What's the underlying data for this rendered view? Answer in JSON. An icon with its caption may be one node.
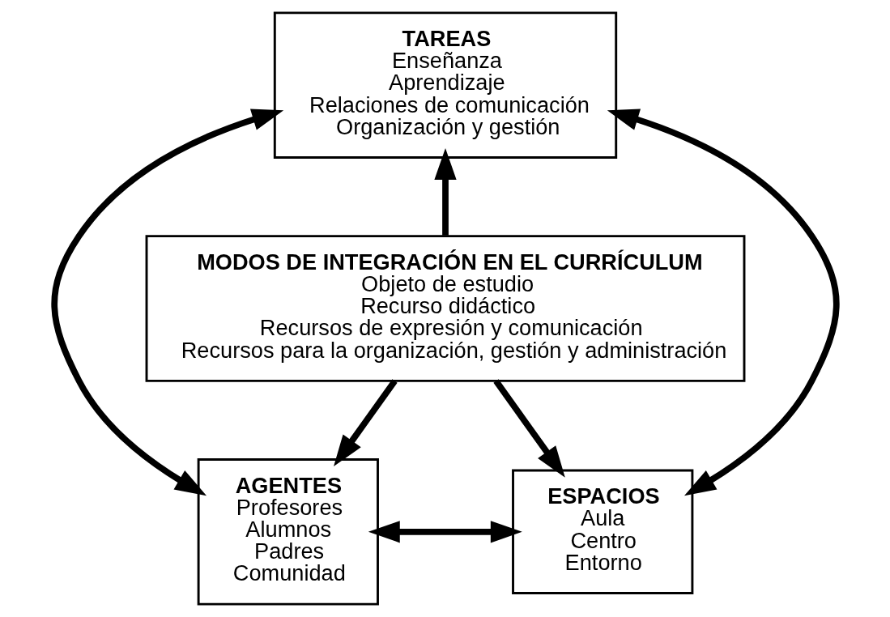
{
  "diagram": {
    "nodes": [
      {
        "text": [
          "TAREAS",
          "Enseñanza",
          "Aprendizaje",
          "Relaciones de comunicación",
          "Organización y gestión"
        ]
      },
      {
        "text": [
          "MODOS DE INTEGRACIÓN EN EL CURRÍCULUM",
          "Objeto de estudio",
          "Recurso didáctico",
          "Recursos de expresión y comunicación",
          "Recursos para la organización, gestión y administración"
        ]
      },
      {
        "text": [
          "AGENTES",
          "Profesores",
          "Alumnos",
          "Padres",
          "Comunidad"
        ]
      },
      {
        "text": [
          "ESPACIOS",
          "Aula",
          "Centro",
          "Entorno"
        ]
      }
    ],
    "edges": [
      {
        "from": 1,
        "to": 0,
        "arrow": "to"
      },
      {
        "from": 1,
        "to": 2,
        "arrow": "to"
      },
      {
        "from": 1,
        "to": 3,
        "arrow": "to"
      },
      {
        "from": 2,
        "to": 0,
        "arrow": "both"
      },
      {
        "from": 3,
        "to": 0,
        "arrow": "both"
      },
      {
        "from": 2,
        "to": 3,
        "arrow": "both"
      }
    ]
  }
}
